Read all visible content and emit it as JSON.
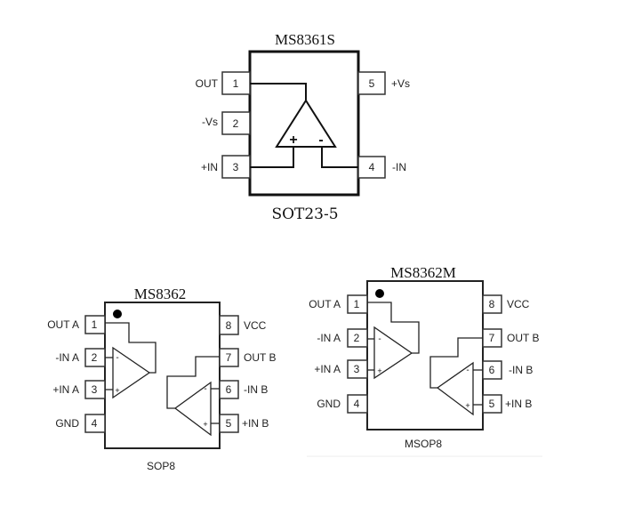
{
  "chips": {
    "sot": {
      "title": "MS8361S",
      "package": "SOT23-5",
      "pins": {
        "p1": {
          "num": "1",
          "label": "OUT"
        },
        "p2": {
          "num": "2",
          "label": "-Vs"
        },
        "p3": {
          "num": "3",
          "label": "+IN"
        },
        "p4": {
          "num": "4",
          "label": "-IN"
        },
        "p5": {
          "num": "5",
          "label": "+Vs"
        }
      },
      "plus_sign": "+",
      "minus_sign": "-"
    },
    "sop8": {
      "title": "MS8362",
      "package": "SOP8",
      "pins": {
        "p1": {
          "num": "1",
          "label": "OUT A"
        },
        "p2": {
          "num": "2",
          "label": "-IN A"
        },
        "p3": {
          "num": "3",
          "label": "+IN A"
        },
        "p4": {
          "num": "4",
          "label": "GND"
        },
        "p5": {
          "num": "5",
          "label": "+IN B"
        },
        "p6": {
          "num": "6",
          "label": "-IN B"
        },
        "p7": {
          "num": "7",
          "label": "OUT B"
        },
        "p8": {
          "num": "8",
          "label": "VCC"
        }
      },
      "plus_sign": "+",
      "minus_sign": "-"
    },
    "msop8": {
      "title": "MS8362M",
      "package": "MSOP8",
      "pins": {
        "p1": {
          "num": "1",
          "label": "OUT A"
        },
        "p2": {
          "num": "2",
          "label": "-IN A"
        },
        "p3": {
          "num": "3",
          "label": "+IN A"
        },
        "p4": {
          "num": "4",
          "label": "GND"
        },
        "p5": {
          "num": "5",
          "label": "+IN B"
        },
        "p6": {
          "num": "6",
          "label": "-IN B"
        },
        "p7": {
          "num": "7",
          "label": "OUT B"
        },
        "p8": {
          "num": "8",
          "label": "VCC"
        }
      },
      "plus_sign": "+",
      "minus_sign": "-"
    }
  }
}
